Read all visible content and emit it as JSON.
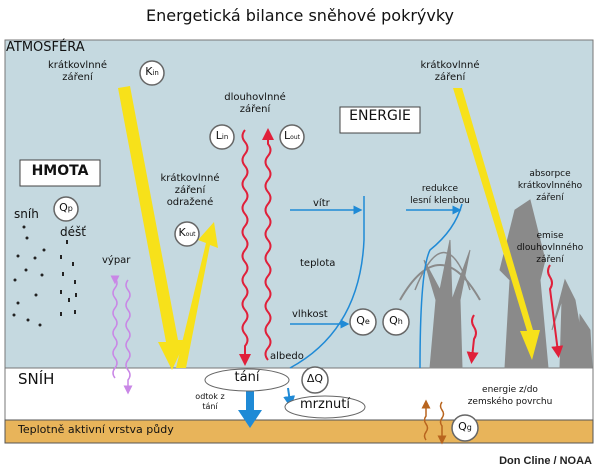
{
  "title": "Energetická bilance sněhové pokrývky",
  "zones": {
    "atmosphere": "ATMOSFÉRA",
    "snow": "SNÍH",
    "soil": "Teplotně aktivní vrstva půdy"
  },
  "boxes": {
    "mass": "HMOTA",
    "energy": "ENERGIE"
  },
  "labels": {
    "shortwave_left": "krátkovlnné\nzáření",
    "shortwave_right": "krátkovlnné\nzáření",
    "longwave": "dlouhovlnné\nzáření",
    "shortwave_reflected": "krátkovlnné\nzáření\nodražené",
    "snow": "sníh",
    "rain": "déšť",
    "evaporation": "výpar",
    "wind": "vítr",
    "temperature": "teplota",
    "humidity": "vlhkost",
    "albedo": "albedo",
    "canopy_reduction": "redukce\nlesní klenbou",
    "shortwave_absorption": "absorpce\nkrátkovlnného\nzáření",
    "longwave_emission": "emise\ndlouhovlnného\nzáření",
    "melt_runoff": "odtok z\ntání",
    "ground_energy": "energie z/do\nzemského povrchu"
  },
  "ellipses": {
    "melt": "tání",
    "freeze": "mrznutí"
  },
  "symbols": {
    "k_in": {
      "main": "K",
      "sub": "in"
    },
    "k_out": {
      "main": "K",
      "sub": "out"
    },
    "l_in": {
      "main": "L",
      "sub": "in"
    },
    "l_out": {
      "main": "L",
      "sub": "out"
    },
    "q_p": {
      "main": "Q",
      "sub": "p"
    },
    "q_e": {
      "main": "Q",
      "sub": "e"
    },
    "q_h": {
      "main": "Q",
      "sub": "h"
    },
    "q_g": {
      "main": "Q",
      "sub": "g"
    },
    "delta_q": {
      "main": "ΔQ",
      "sub": ""
    }
  },
  "colors": {
    "sky": "#c5d9e0",
    "snow": "#ffffff",
    "soil": "#e8b45a",
    "shortwave": "#f7e11a",
    "longwave": "#e0203a",
    "flux": "#1f8ad6",
    "vapor": "#c987e6",
    "ground": "#b8641e",
    "tree": "#8a8a8a"
  },
  "credit": "Don Cline / NOAA"
}
